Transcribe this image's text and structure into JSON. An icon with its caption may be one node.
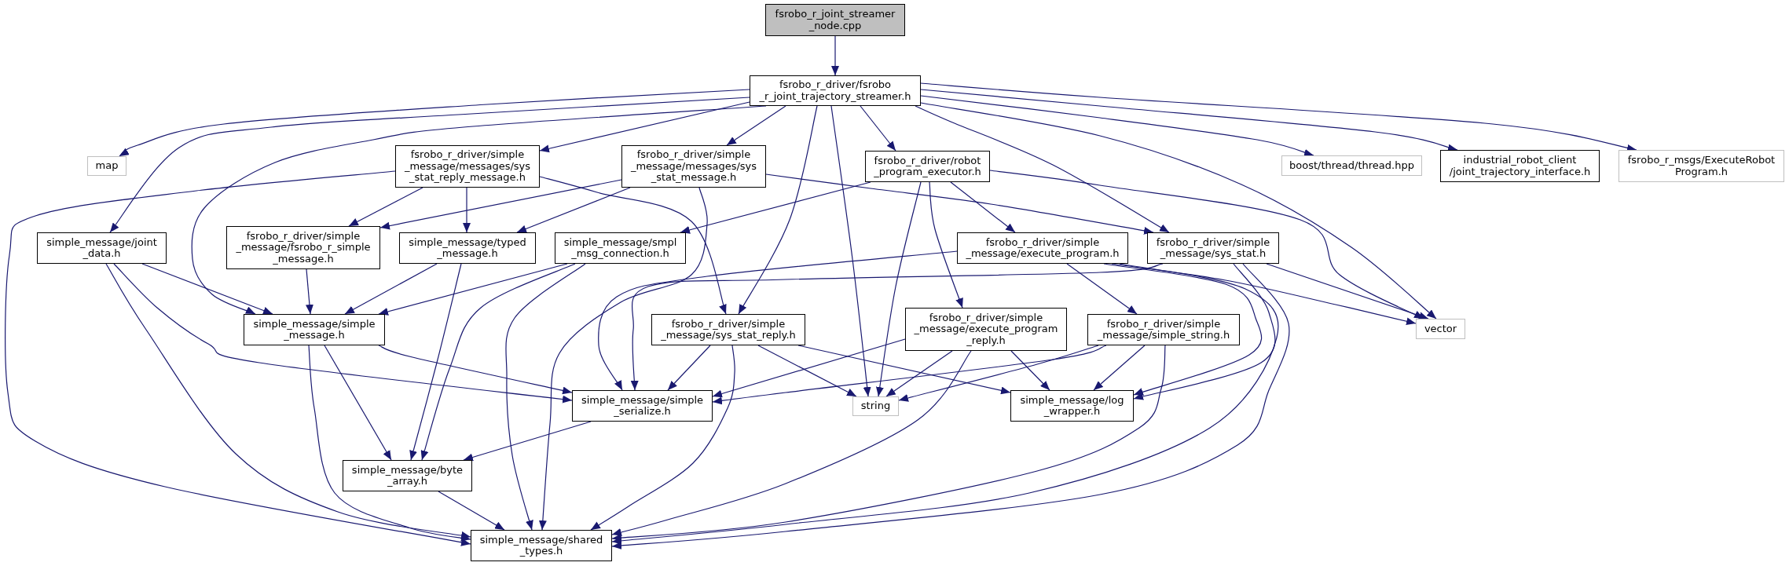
{
  "diagram": {
    "nodes": [
      {
        "text": [
          "fsrobo_r_joint_streamer _node.cpp"
        ]
      },
      {
        "text": [
          "fsrobo_r_driver/fsrobo _r_joint_trajectory_streamer.h"
        ]
      },
      {
        "text": [
          "map"
        ]
      },
      {
        "text": [
          "fsrobo_r_driver/simple _message/messages/sys _stat_reply_message.h"
        ]
      },
      {
        "text": [
          "fsrobo_r_driver/simple _message/messages/sys _stat_message.h"
        ]
      },
      {
        "text": [
          "fsrobo_r_driver/robot _program_executor.h"
        ]
      },
      {
        "text": [
          "boost/thread/thread.hpp"
        ]
      },
      {
        "text": [
          "industrial_robot_client /joint_trajectory_interface.h"
        ]
      },
      {
        "text": [
          "fsrobo_r_msgs/ExecuteRobot Program.h"
        ]
      },
      {
        "text": [
          "simple_message/joint _data.h"
        ]
      },
      {
        "text": [
          "fsrobo_r_driver/simple _message/fsrobo_r_simple _message.h"
        ]
      },
      {
        "text": [
          "simple_message/typed _message.h"
        ]
      },
      {
        "text": [
          "simple_message/smpl _msg_connection.h"
        ]
      },
      {
        "text": [
          "fsrobo_r_driver/simple _message/execute_program.h"
        ]
      },
      {
        "text": [
          "fsrobo_r_driver/simple _message/sys_stat.h"
        ]
      },
      {
        "text": [
          "simple_message/simple _message.h"
        ]
      },
      {
        "text": [
          "fsrobo_r_driver/simple _message/sys_stat_reply.h"
        ]
      },
      {
        "text": [
          "fsrobo_r_driver/simple _message/execute_program _reply.h"
        ]
      },
      {
        "text": [
          "fsrobo_r_driver/simple _message/simple_string.h"
        ]
      },
      {
        "text": [
          "vector"
        ]
      },
      {
        "text": [
          "simple_message/simple _serialize.h"
        ]
      },
      {
        "text": [
          "string"
        ]
      },
      {
        "text": [
          "simple_message/log _wrapper.h"
        ]
      },
      {
        "text": [
          "simple_message/byte _array.h"
        ]
      },
      {
        "text": [
          "simple_message/shared _types.h"
        ]
      }
    ],
    "edges": [
      {
        "from": 0,
        "to": 1,
        "arrow": "to"
      },
      {
        "from": 1,
        "to": 2,
        "arrow": "to"
      },
      {
        "from": 1,
        "to": 9,
        "arrow": "to"
      },
      {
        "from": 1,
        "to": 15,
        "arrow": "to"
      },
      {
        "from": 1,
        "to": 3,
        "arrow": "to"
      },
      {
        "from": 1,
        "to": 4,
        "arrow": "to"
      },
      {
        "from": 1,
        "to": 16,
        "arrow": "to"
      },
      {
        "from": 1,
        "to": 21,
        "arrow": "to"
      },
      {
        "from": 1,
        "to": 5,
        "arrow": "to"
      },
      {
        "from": 1,
        "to": 14,
        "arrow": "to"
      },
      {
        "from": 1,
        "to": 19,
        "arrow": "to"
      },
      {
        "from": 1,
        "to": 6,
        "arrow": "to"
      },
      {
        "from": 1,
        "to": 7,
        "arrow": "to"
      },
      {
        "from": 1,
        "to": 8,
        "arrow": "to"
      },
      {
        "from": 3,
        "to": 10,
        "arrow": "to"
      },
      {
        "from": 3,
        "to": 11,
        "arrow": "to"
      },
      {
        "from": 3,
        "to": 16,
        "arrow": "to"
      },
      {
        "from": 3,
        "to": 24,
        "arrow": "to"
      },
      {
        "from": 4,
        "to": 10,
        "arrow": "to"
      },
      {
        "from": 4,
        "to": 11,
        "arrow": "to"
      },
      {
        "from": 4,
        "to": 14,
        "arrow": "to"
      },
      {
        "from": 4,
        "to": 24,
        "arrow": "to"
      },
      {
        "from": 5,
        "to": 12,
        "arrow": "to"
      },
      {
        "from": 5,
        "to": 21,
        "arrow": "to"
      },
      {
        "from": 5,
        "to": 17,
        "arrow": "to"
      },
      {
        "from": 5,
        "to": 13,
        "arrow": "to"
      },
      {
        "from": 5,
        "to": 19,
        "arrow": "to"
      },
      {
        "from": 9,
        "to": 15,
        "arrow": "to"
      },
      {
        "from": 9,
        "to": 20,
        "arrow": "to"
      },
      {
        "from": 9,
        "to": 24,
        "arrow": "to"
      },
      {
        "from": 10,
        "to": 15,
        "arrow": "to"
      },
      {
        "from": 11,
        "to": 15,
        "arrow": "to"
      },
      {
        "from": 11,
        "to": 23,
        "arrow": "to"
      },
      {
        "from": 12,
        "to": 15,
        "arrow": "to"
      },
      {
        "from": 12,
        "to": 23,
        "arrow": "to"
      },
      {
        "from": 12,
        "to": 24,
        "arrow": "to"
      },
      {
        "from": 13,
        "to": 20,
        "arrow": "to"
      },
      {
        "from": 13,
        "to": 18,
        "arrow": "to"
      },
      {
        "from": 13,
        "to": 19,
        "arrow": "to"
      },
      {
        "from": 13,
        "to": 22,
        "arrow": "to"
      },
      {
        "from": 13,
        "to": 24,
        "arrow": "to"
      },
      {
        "from": 14,
        "to": 20,
        "arrow": "to"
      },
      {
        "from": 14,
        "to": 22,
        "arrow": "to"
      },
      {
        "from": 14,
        "to": 19,
        "arrow": "to"
      },
      {
        "from": 14,
        "to": 24,
        "arrow": "to"
      },
      {
        "from": 15,
        "to": 20,
        "arrow": "to"
      },
      {
        "from": 15,
        "to": 23,
        "arrow": "to"
      },
      {
        "from": 15,
        "to": 24,
        "arrow": "to"
      },
      {
        "from": 16,
        "to": 20,
        "arrow": "to"
      },
      {
        "from": 16,
        "to": 21,
        "arrow": "to"
      },
      {
        "from": 16,
        "to": 22,
        "arrow": "to"
      },
      {
        "from": 16,
        "to": 24,
        "arrow": "to"
      },
      {
        "from": 17,
        "to": 20,
        "arrow": "to"
      },
      {
        "from": 17,
        "to": 21,
        "arrow": "to"
      },
      {
        "from": 17,
        "to": 22,
        "arrow": "to"
      },
      {
        "from": 17,
        "to": 24,
        "arrow": "to"
      },
      {
        "from": 18,
        "to": 20,
        "arrow": "to"
      },
      {
        "from": 18,
        "to": 21,
        "arrow": "to"
      },
      {
        "from": 18,
        "to": 22,
        "arrow": "to"
      },
      {
        "from": 18,
        "to": 24,
        "arrow": "to"
      },
      {
        "from": 20,
        "to": 23,
        "arrow": "to"
      },
      {
        "from": 23,
        "to": 24,
        "arrow": "to"
      }
    ]
  }
}
